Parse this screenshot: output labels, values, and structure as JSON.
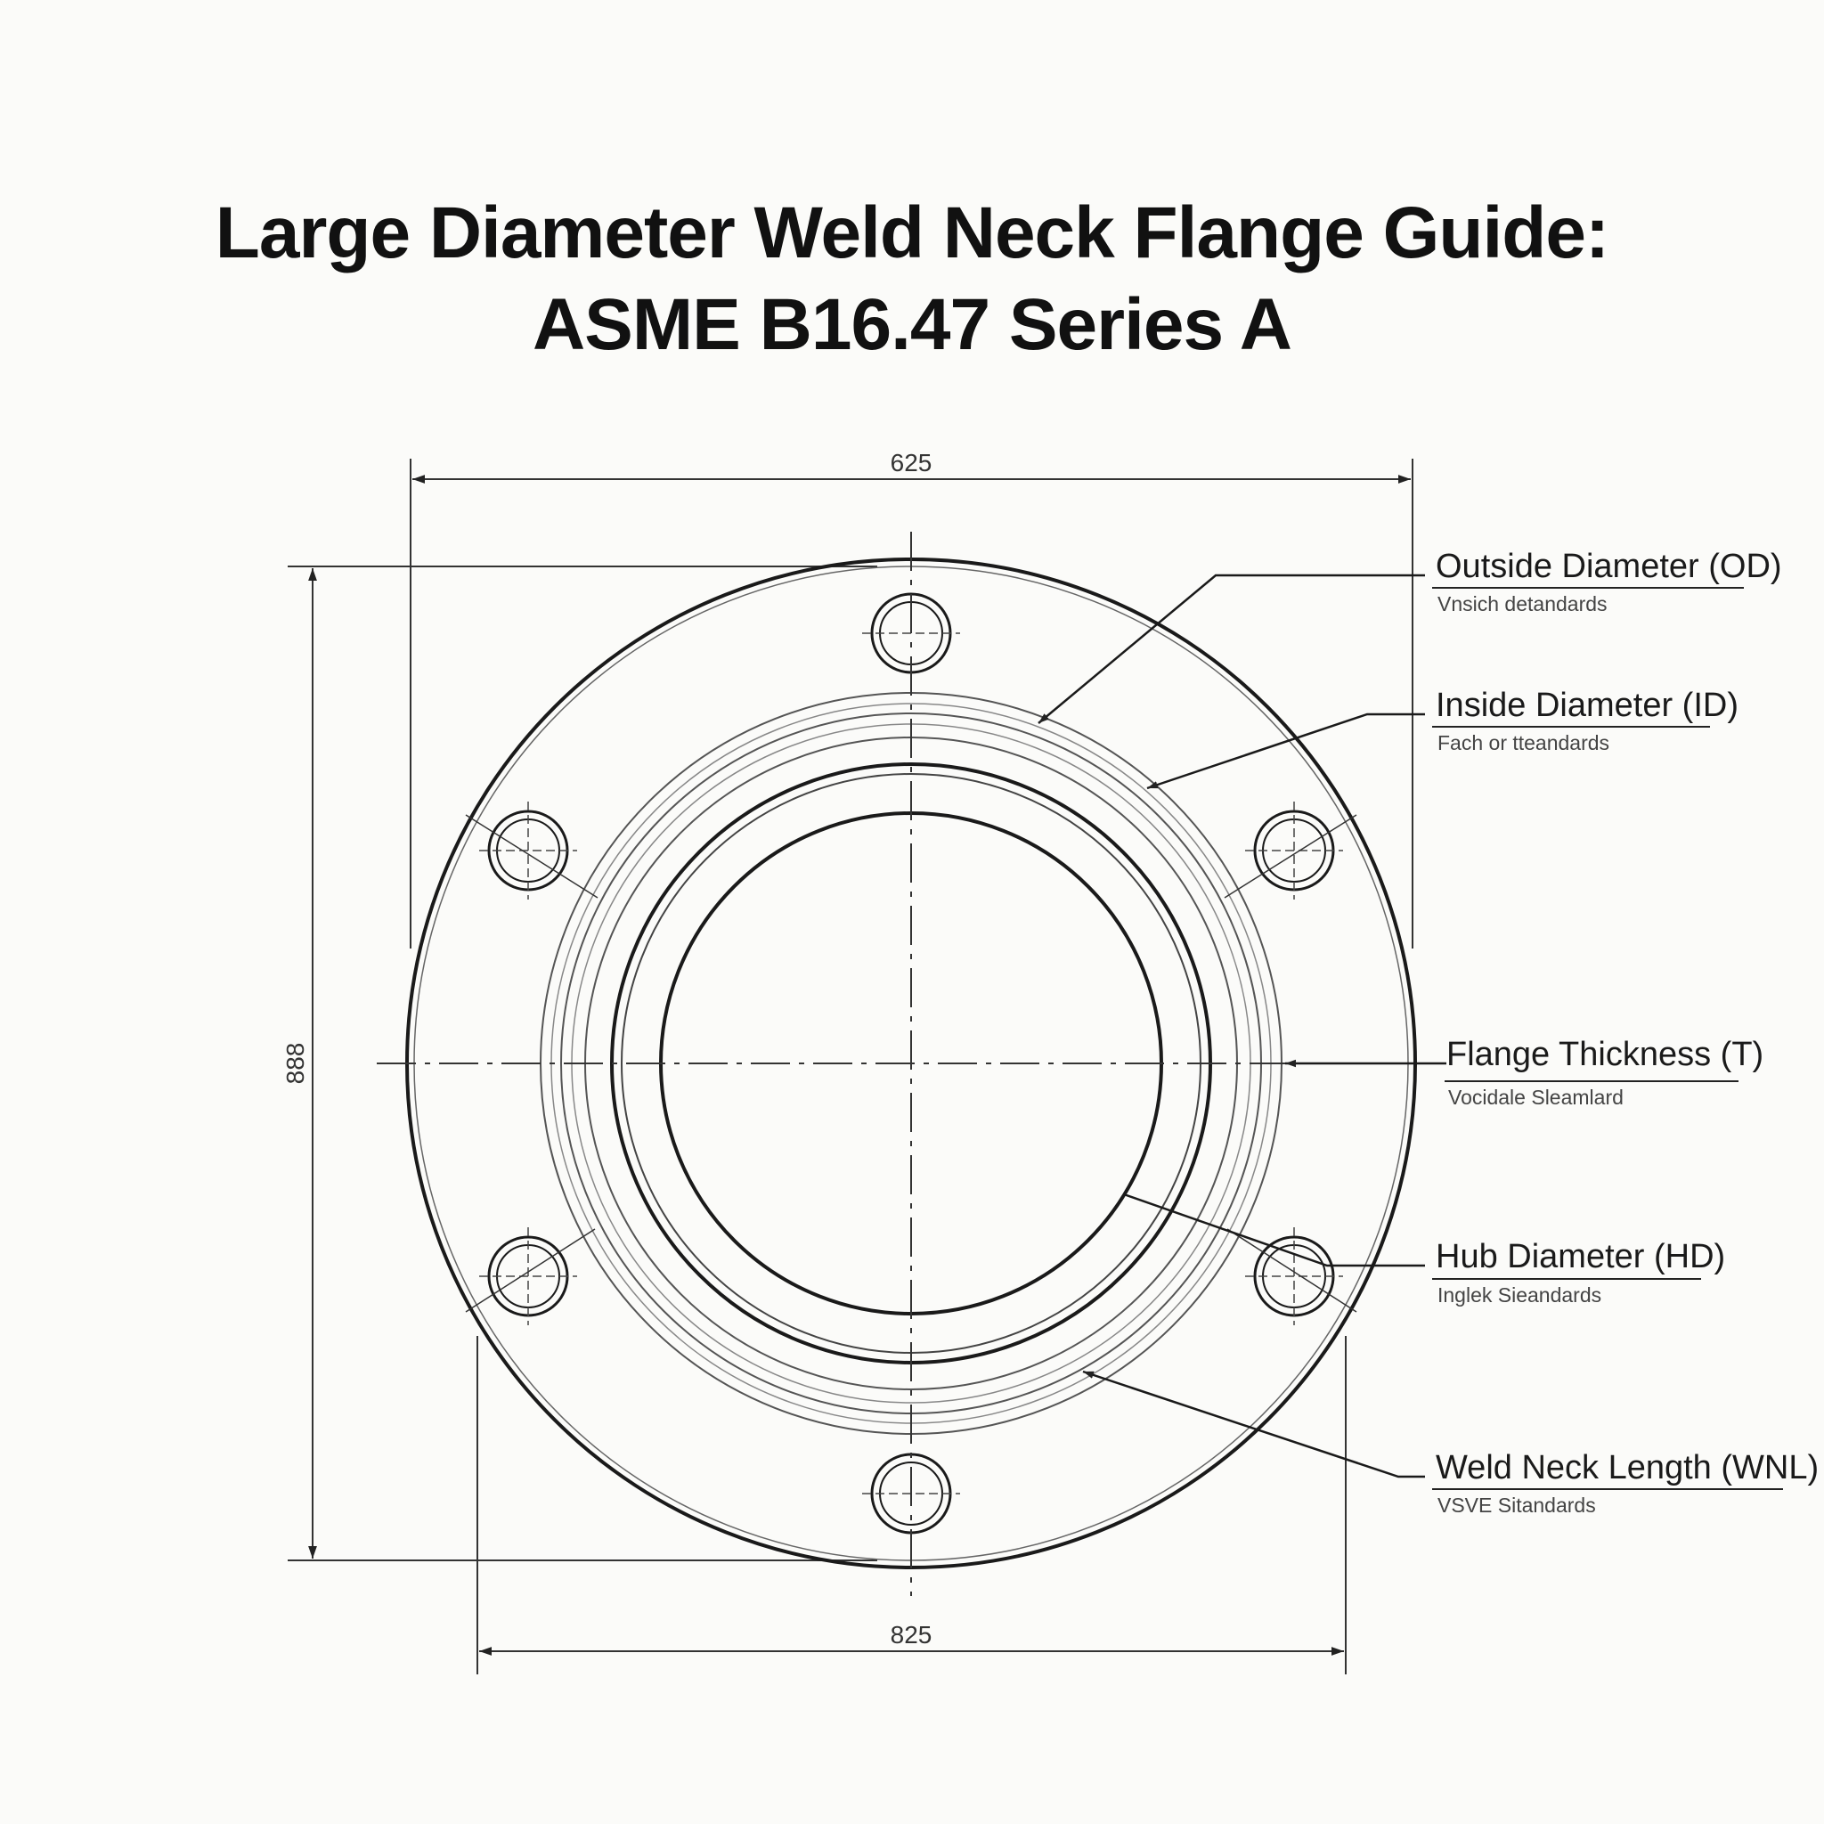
{
  "title": {
    "line1": "Large Diameter Weld Neck Flange Guide:",
    "line2": "ASME B16.47 Series A"
  },
  "dimensions": {
    "top": "625",
    "bottom": "825",
    "left": "888"
  },
  "callouts": [
    {
      "label": "Outside Diameter (OD)",
      "sub": "Vnsich detandards"
    },
    {
      "label": "Inside Diameter (ID)",
      "sub": "Fach or tteandards"
    },
    {
      "label": "Flange Thickness (T)",
      "sub": "Vocidale Sleamlard"
    },
    {
      "label": "Hub Diameter (HD)",
      "sub": "Inglek Sieandards"
    },
    {
      "label": "Weld Neck Length (WNL)",
      "sub": "VSVE Sitandards"
    }
  ],
  "colors": {
    "line": "#1a1a1a",
    "background": "#fbfbf9"
  }
}
